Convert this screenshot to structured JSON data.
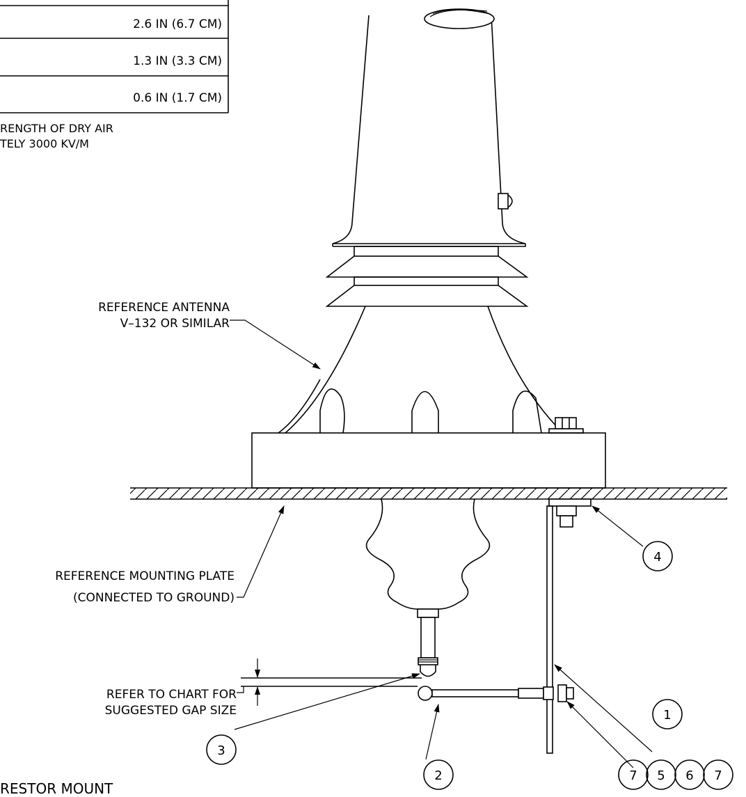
{
  "gap_chart": {
    "rows": [
      {
        "value": "2.6 IN (6.7 CM)"
      },
      {
        "value": "1.3 IN (3.3 CM)"
      },
      {
        "value": "0.6 IN (1.7 CM)"
      }
    ],
    "note_line1": "RENGTH OF DRY AIR",
    "note_line2": "TELY 3000 KV/M"
  },
  "labels": {
    "antenna_line1": "REFERENCE ANTENNA",
    "antenna_line2": "V–132 OR SIMILAR",
    "plate_line1": "REFERENCE MOUNTING PLATE",
    "plate_line2": "(CONNECTED TO GROUND)",
    "gap_line1": "REFER TO CHART FOR",
    "gap_line2": "SUGGESTED GAP SIZE",
    "bottom_title": "RESTOR MOUNT"
  },
  "balloons": [
    "1",
    "2",
    "3",
    "4",
    "7",
    "5",
    "6",
    "7"
  ]
}
